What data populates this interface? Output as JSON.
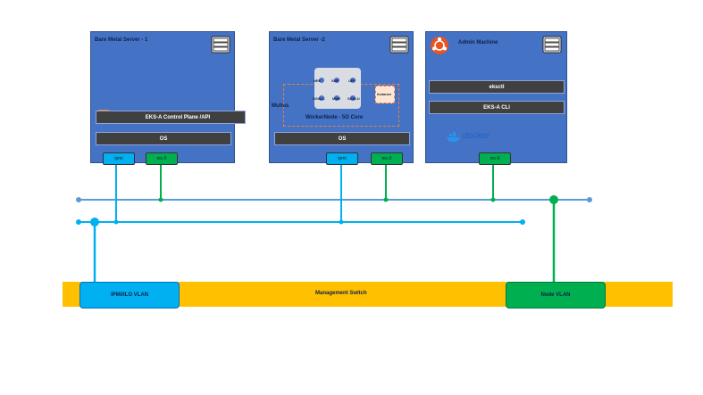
{
  "servers": {
    "bm1": {
      "title": "Bare Metal Server - 1",
      "control_plane": "EKS-A Control Plane /API",
      "os": "OS",
      "ipmi": "ipmi",
      "nic": "nic-0"
    },
    "bm2": {
      "title": "Bare Metal Server -2",
      "multus": "Multus",
      "worker_node": "WorkerNode - 5G Core",
      "os": "OS",
      "ipmi": "ipmi",
      "nic": "nic-0",
      "core_functions": [
        "NRF",
        "SMF",
        "UPF",
        "SGW-C",
        "MME",
        "SGW-U"
      ],
      "instance": "Instance"
    },
    "admin": {
      "title": "Admin Machine",
      "eksctl": "eksctl",
      "eksa_cli": "EKS-A CLI",
      "docker": "docker",
      "nic": "nic-0"
    }
  },
  "network": {
    "switch": "Management Switch",
    "ipmi_vlan": "IPMI/ILO VLAN",
    "node_vlan": "Node VLAN"
  },
  "colors": {
    "server_fill": "#4472c4",
    "ipmi_blue": "#00b0f0",
    "node_green": "#00b050",
    "switch_yellow": "#ffc000",
    "bar_dark": "#404040"
  }
}
